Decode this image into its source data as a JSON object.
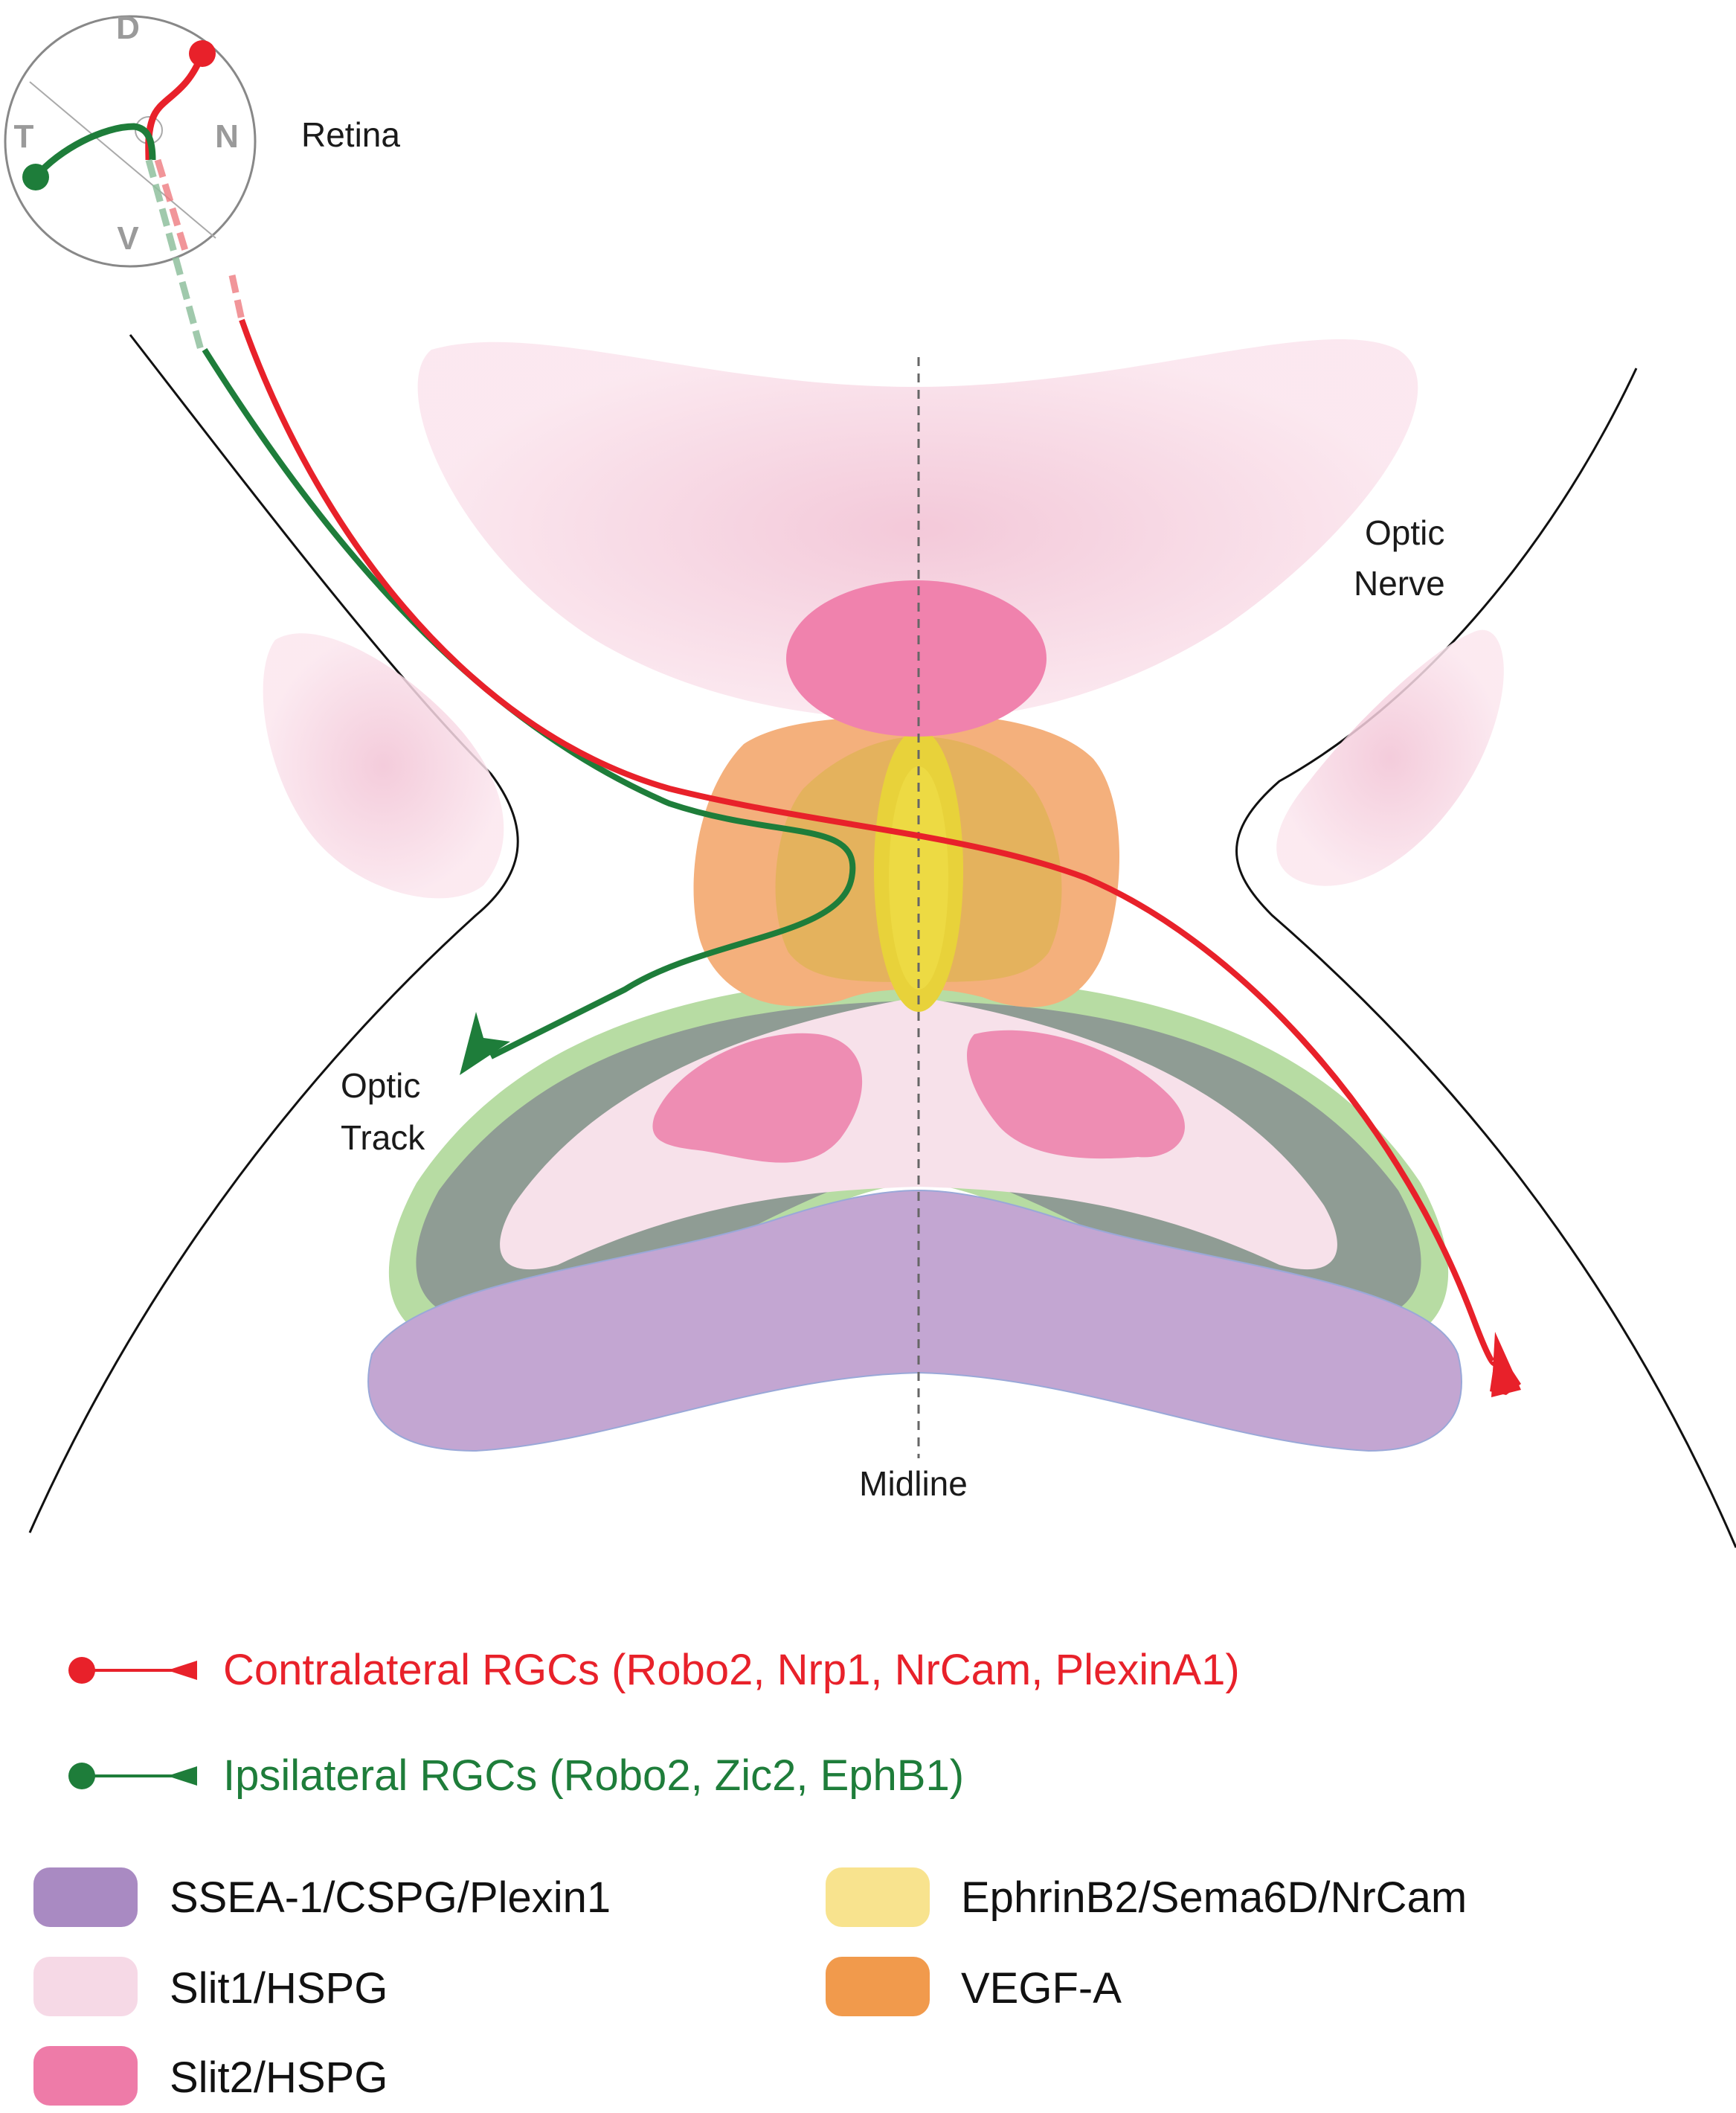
{
  "labels": {
    "retina": "Retina",
    "optic_nerve_line1": "Optic",
    "optic_nerve_line2": "Nerve",
    "optic_track_line1": "Optic",
    "optic_track_line2": "Track",
    "midline": "Midline"
  },
  "compass": {
    "dorsal": "D",
    "nasal": "N",
    "temporal": "T",
    "ventral": "V"
  },
  "axon_legend": [
    {
      "text": "Contralateral RGCs (Robo2, Nrp1, NrCam, PlexinA1)",
      "color": "#e8212a"
    },
    {
      "text": "Ipsilateral RGCs (Robo2, Zic2, EphB1)",
      "color": "#1e7d3a"
    }
  ],
  "region_legend": [
    {
      "text": "SSEA-1/CSPG/Plexin1",
      "color": "#a98ac2"
    },
    {
      "text": "Slit1/HSPG",
      "color": "#f6d9e6"
    },
    {
      "text": "Slit2/HSPG",
      "color": "#ee7ba8"
    },
    {
      "text": "EphrinB2/Sema6D/NrCam",
      "color": "#f8e38e"
    },
    {
      "text": "VEGF-A",
      "color": "#f19a4c"
    }
  ]
}
